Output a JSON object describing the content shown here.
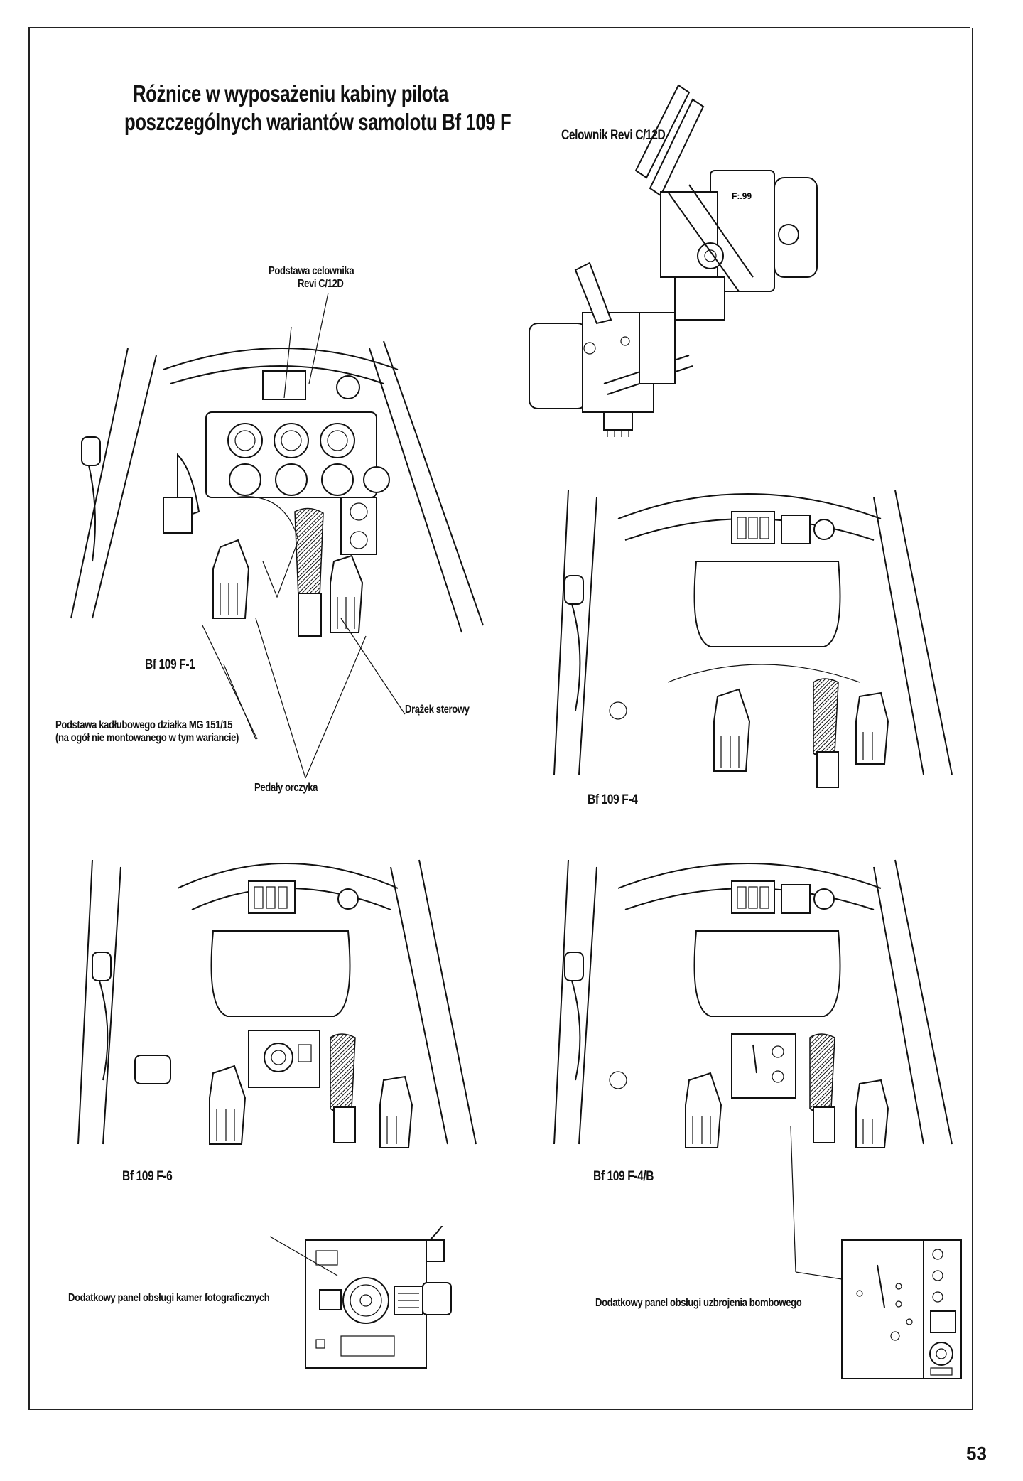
{
  "page": {
    "title_line1": "Różnice w wyposażeniu kabiny pilota",
    "title_line2": "poszczególnych wariantów samolotu Bf 109 F",
    "page_number": "53"
  },
  "labels": {
    "revi_sight": "Celownik Revi C/12D",
    "sight_base_line1": "Podstawa celownika",
    "sight_base_line2": "Revi C/12D",
    "variant_f1": "Bf 109 F-1",
    "variant_f4": "Bf 109 F-4",
    "variant_f6": "Bf 109 F-6",
    "variant_f4b": "Bf 109 F-4/B",
    "mg_base_line1": "Podstawa kadłubowego działka MG 151/15",
    "mg_base_line2": "(na ogół nie montowanego w tym wariancie)",
    "control_stick": "Drążek sterowy",
    "rudder_pedals": "Pedały orczyka",
    "camera_panel": "Dodatkowy panel obsługi kamer fotograficznych",
    "bomb_panel": "Dodatkowy panel obsługi uzbrojenia bombowego"
  }
}
